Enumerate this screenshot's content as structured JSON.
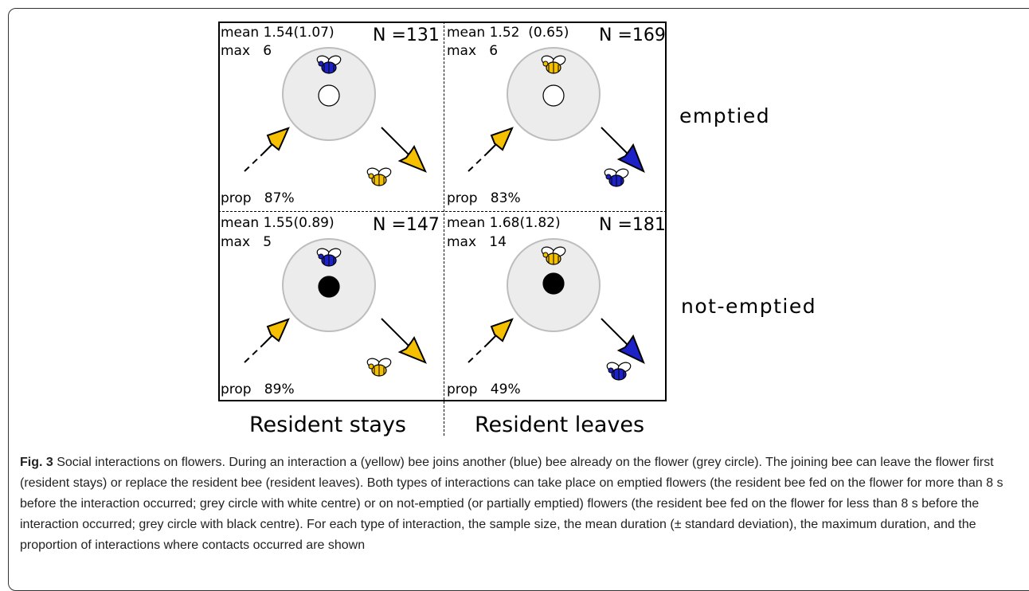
{
  "figure": {
    "panels": [
      {
        "mean": "mean 1.54(1.07)",
        "max": "max   6",
        "n": "N =131",
        "prop": "prop   87%",
        "centre": "empty",
        "resident_color": "blue",
        "leaver_color": "yellow"
      },
      {
        "mean": "mean 1.52  (0.65)",
        "max": "max   6",
        "n": "N =169",
        "prop": "prop   83%",
        "centre": "empty",
        "resident_color": "yellow",
        "leaver_color": "blue"
      },
      {
        "mean": "mean 1.55(0.89)",
        "max": "max   5",
        "n": "N =147",
        "prop": "prop   89%",
        "centre": "full",
        "resident_color": "blue",
        "leaver_color": "yellow"
      },
      {
        "mean": "mean 1.68(1.82)",
        "max": "max   14",
        "n": "N =181",
        "prop": "prop   49%",
        "centre": "full",
        "resident_color": "yellow",
        "leaver_color": "blue"
      }
    ],
    "row_labels": [
      "emptied",
      "not-emptied"
    ],
    "col_labels": [
      "Resident stays",
      "Resident leaves"
    ],
    "colors": {
      "yellow": "#f5c000",
      "blue": "#1c22c8",
      "flower": "#ececec",
      "flower_stroke": "#bdbdbd"
    }
  },
  "caption": {
    "label": "Fig. 3",
    "text": " Social interactions on flowers. During an interaction a (yellow) bee joins another (blue) bee already on the flower (grey circle). The joining bee can leave the flower first (resident stays) or replace the resident bee (resident leaves). Both types of interactions can take place on emptied flowers (the resident bee fed on the flower for more than 8 s before the interaction occurred; grey circle with white centre) or on not-emptied (or partially emptied) flowers (the resident bee fed on the flower for less than 8 s before the interaction occurred; grey circle with black centre). For each type of interaction, the sample size, the mean duration (± standard deviation), the maximum duration, and the proportion of interactions where contacts occurred are shown"
  }
}
